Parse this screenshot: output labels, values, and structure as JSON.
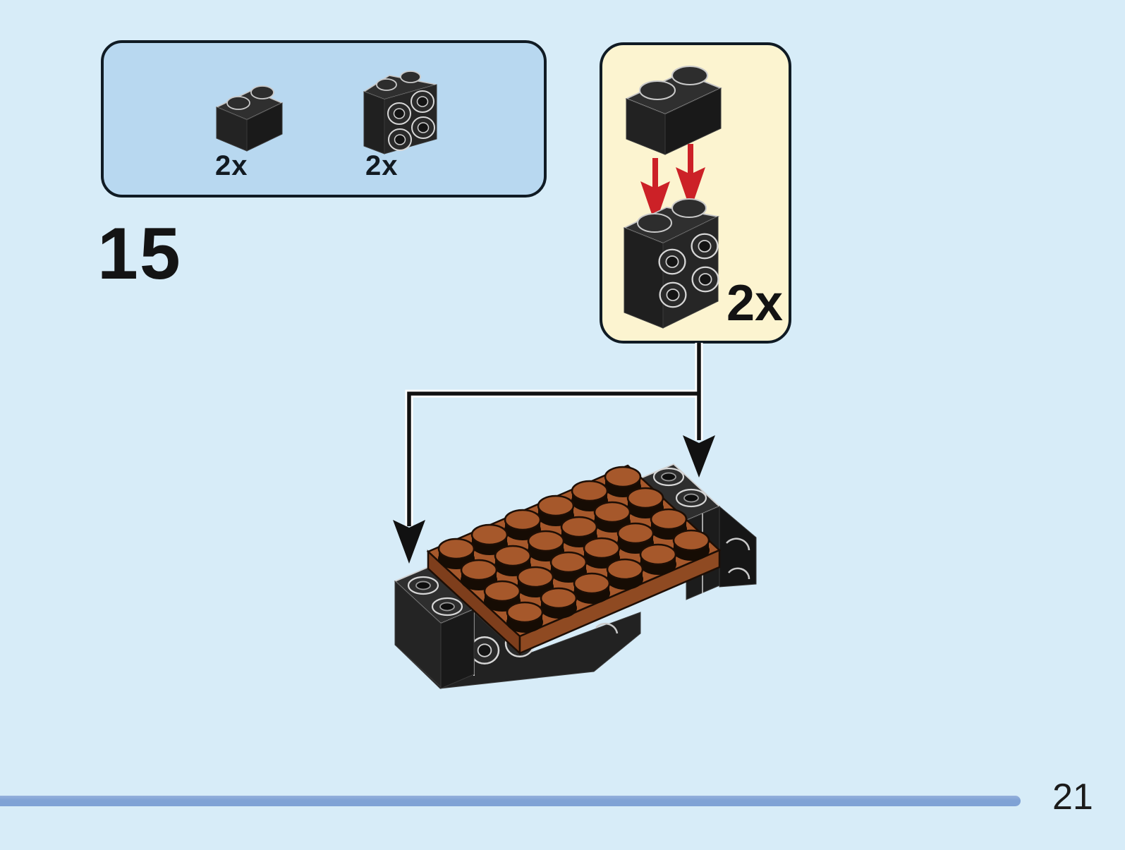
{
  "page": {
    "number": "21"
  },
  "step": {
    "number": "15"
  },
  "parts_box": {
    "items": [
      {
        "part": "black-brick-1x2",
        "count": "2x"
      },
      {
        "part": "black-brick-1x2x2-side-studs",
        "count": "2x"
      }
    ]
  },
  "assembly_callout": {
    "count": "2x",
    "pieces": [
      "black-brick-1x2",
      "black-brick-1x2x2-side-studs"
    ]
  },
  "main_assembly": {
    "plate": "reddish-brown-plate-4x6",
    "end_bricks": "black-side-stud-bricks-at-both-ends"
  },
  "colors": {
    "page_background": "#d7ecf8",
    "parts_box_background": "#b8d8f0",
    "callout_background": "#fcf4d0",
    "outline_black": "#101b24",
    "plate_brown": "#a6582b",
    "brick_black": "#262626",
    "arrow_red": "#cc2127",
    "footer_bar_blue": "#7fa2d5"
  }
}
